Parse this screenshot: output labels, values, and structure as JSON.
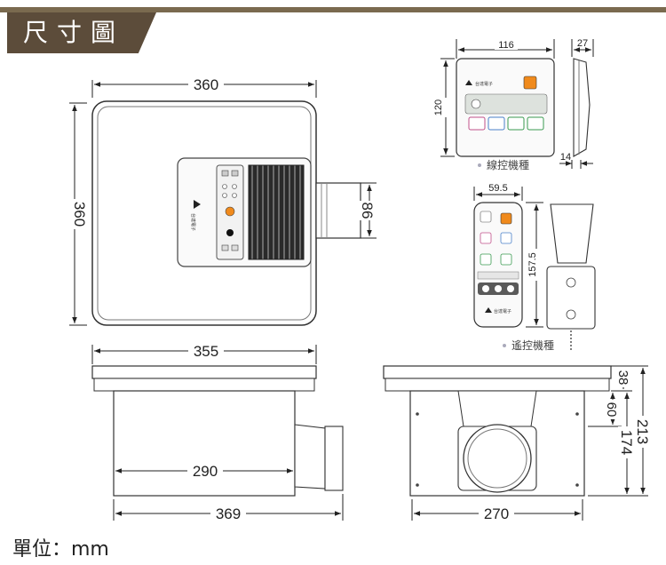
{
  "header": {
    "title": "尺寸圖"
  },
  "footer": {
    "units": "單位：mm"
  },
  "dimensions": {
    "top_width": "360",
    "top_height": "360",
    "duct_height": "86",
    "side_width": "355",
    "side_body": "290",
    "side_total": "369",
    "front_width": "270",
    "front_flange": "38",
    "front_duct": "60",
    "front_total": "213",
    "front_body": "174",
    "wired_width": "116",
    "wired_height": "120",
    "wired_depth": "27",
    "wired_base": "14",
    "remote_width": "59.5",
    "remote_height": "157.5"
  },
  "labels": {
    "wired_caption": "線控機種",
    "remote_caption": "遙控機種",
    "brand": "台達電子"
  },
  "colors": {
    "title_bg": "#5c4c3a",
    "bar": "#7a6a4f",
    "line": "#333333",
    "accent": "#f08a1c"
  }
}
